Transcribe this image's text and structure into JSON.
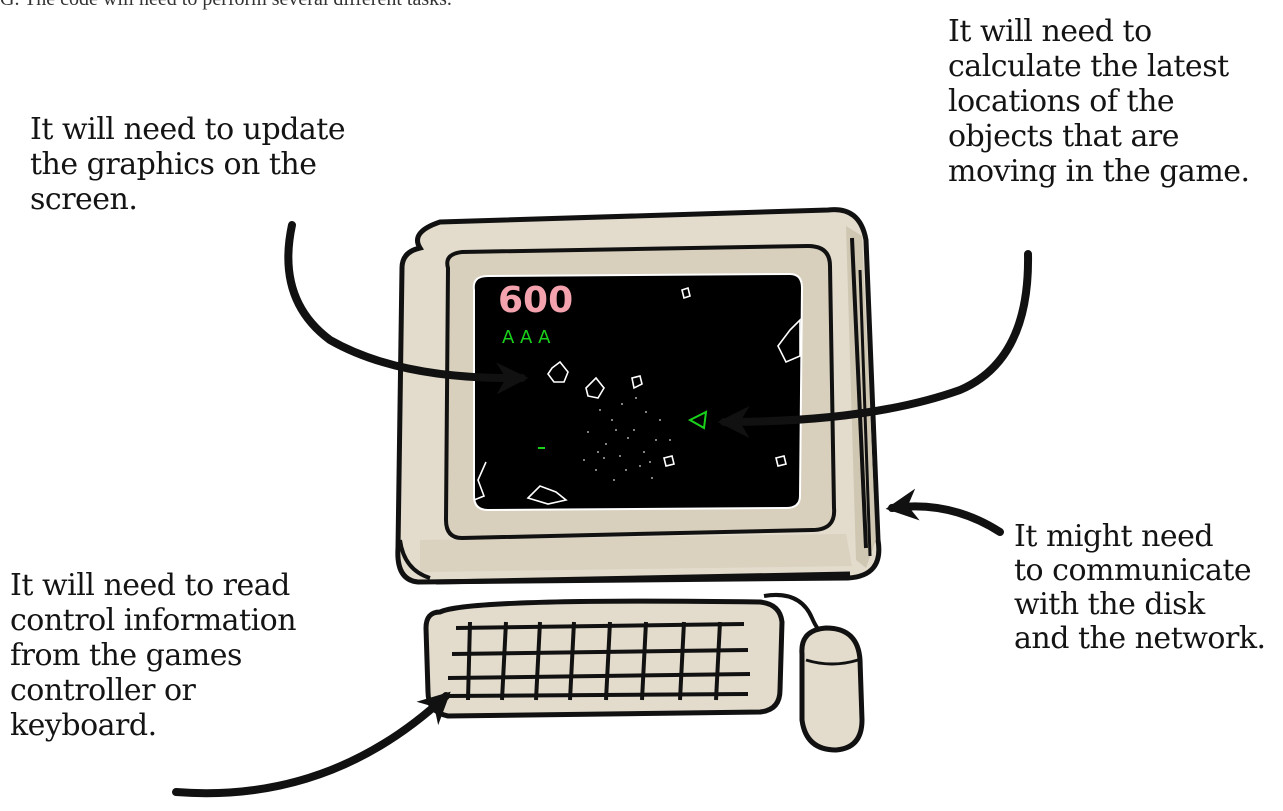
{
  "header": {
    "text": "G. The code will need to perform several different tasks."
  },
  "annotations": {
    "graphics": {
      "lines": [
        "It will need to update",
        "the graphics on the",
        "screen."
      ]
    },
    "locations": {
      "lines": [
        "It will need to",
        "calculate the latest",
        "locations of the",
        "objects that are",
        "moving in the game."
      ]
    },
    "disk": {
      "lines": [
        "It might need",
        "to communicate",
        "with the disk",
        "and the network."
      ]
    },
    "input": {
      "lines": [
        "It will need to read",
        "control information",
        "from the games",
        "controller or",
        "keyboard."
      ]
    }
  },
  "game_screen": {
    "score": "600",
    "lives": "A A A",
    "score_color": "#f4a3ae",
    "ship_color": "#19d11b",
    "background": "#000000"
  },
  "colors": {
    "monitor": "#e3dccd",
    "monitor_shade": "#cbc2ad",
    "outline": "#111111",
    "arrow": "#111111"
  },
  "icons": {
    "monitor": "computer-monitor",
    "keyboard": "keyboard",
    "mouse": "computer-mouse"
  }
}
